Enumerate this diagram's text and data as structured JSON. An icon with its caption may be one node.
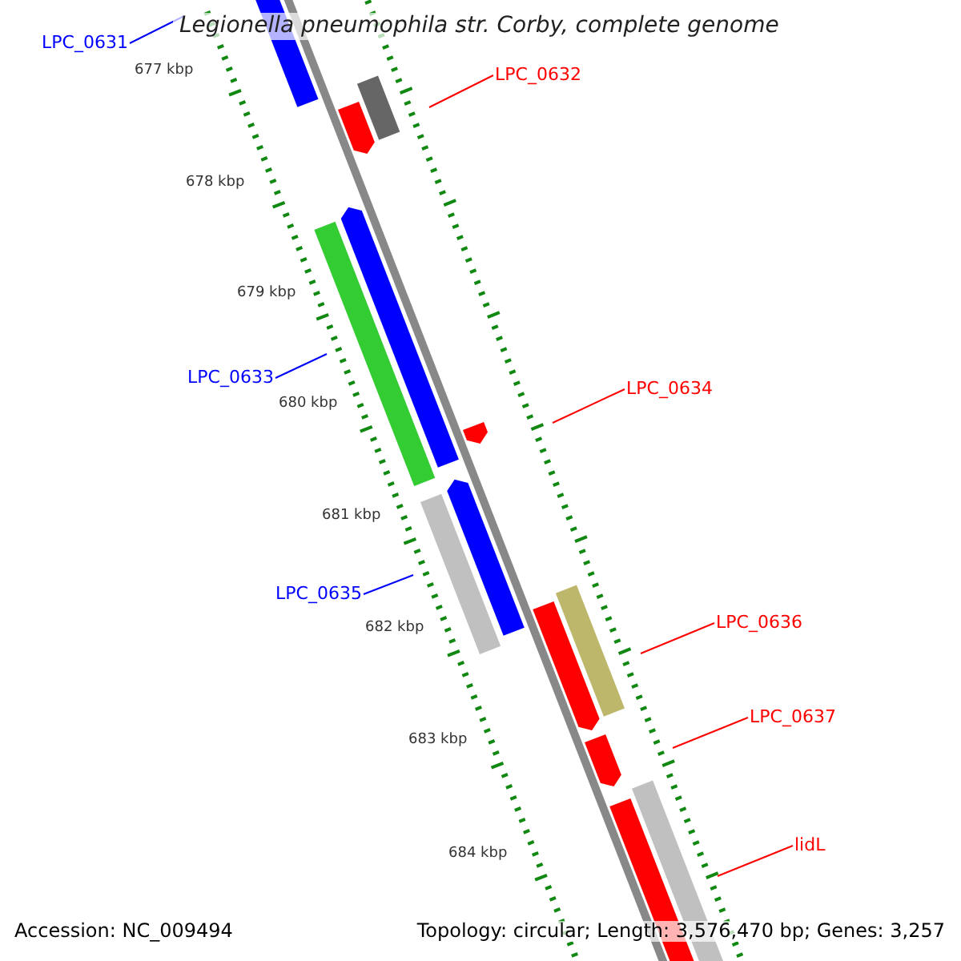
{
  "diagram": {
    "title": "Legionella pneumophila str. Corby, complete genome",
    "nodes": [
      {
        "text": [
          "LPC_0631"
        ]
      },
      {
        "text": [
          "LPC_0632"
        ]
      },
      {
        "text": [
          "LPC_0633"
        ]
      },
      {
        "text": [
          "LPC_0634"
        ]
      },
      {
        "text": [
          "LPC_0635"
        ]
      },
      {
        "text": [
          "LPC_0636"
        ]
      },
      {
        "text": [
          "LPC_0637"
        ]
      },
      {
        "text": [
          "lidL"
        ]
      }
    ],
    "edges": [
      {
        "from": 0,
        "to": null,
        "arrow": "none",
        "color": "#0000ff"
      },
      {
        "from": 1,
        "to": null,
        "arrow": "none"
      },
      {
        "from": 2,
        "to": null,
        "arrow": "none",
        "color": "#0000ff"
      },
      {
        "from": 3,
        "to": null,
        "arrow": "none"
      },
      {
        "from": 4,
        "to": null,
        "arrow": "none",
        "color": "#0000ff"
      },
      {
        "from": 5,
        "to": null,
        "arrow": "none"
      },
      {
        "from": 6,
        "to": null,
        "arrow": "none"
      },
      {
        "from": 7,
        "to": null,
        "arrow": "none"
      }
    ],
    "labels": [
      "677 kbp",
      "678 kbp",
      "679 kbp",
      "680 kbp",
      "681 kbp",
      "682 kbp",
      "683 kbp",
      "684 kbp",
      "Accession: NC_009494",
      "Topology: circular; Length: 3,576,470 bp; Genes: 3,257"
    ]
  }
}
